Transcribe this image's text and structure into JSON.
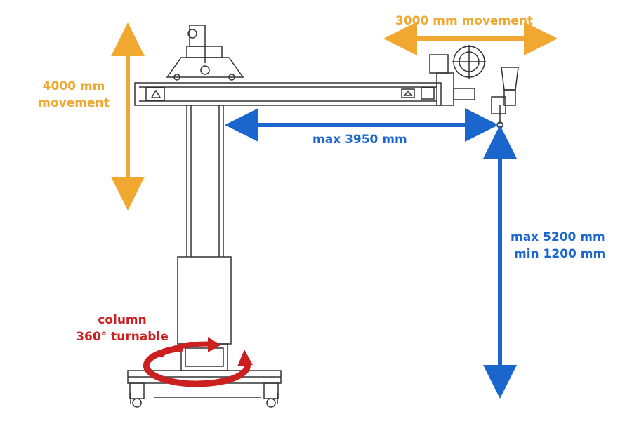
{
  "labels": {
    "horizontal_movement": "3000 mm movement",
    "vertical_movement_line1": "4000 mm",
    "vertical_movement_line2": "movement",
    "max_reach": "max 3950 mm",
    "height_max": "max 5200 mm",
    "height_min": "min 1200 mm",
    "rotation_line1": "column",
    "rotation_line2": "360° turnable"
  },
  "colors": {
    "orange": "#f0a830",
    "blue": "#1a66cc",
    "red": "#cc1f1f",
    "line": "#333333"
  }
}
